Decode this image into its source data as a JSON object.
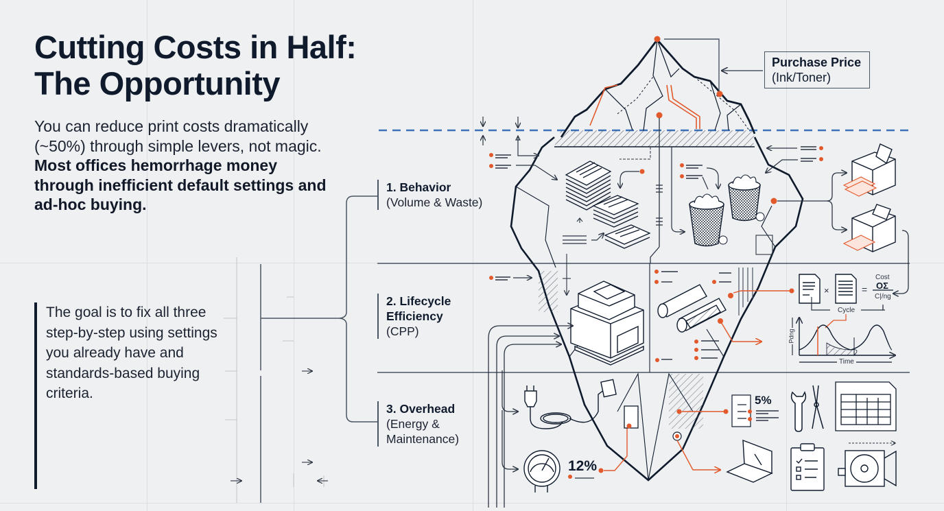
{
  "title": {
    "line1": "Cutting Costs in Half:",
    "line2": "The Opportunity"
  },
  "intro": {
    "plain": "You can reduce print costs dramatically (~50%) through simple levers, not magic.",
    "bold": "Most offices hemorrhage money through inefficient default settings and ad-hoc buying."
  },
  "quote": {
    "text": "The goal is to fix all three step-by-step using settings you already have and standards-based buying criteria."
  },
  "levers": [
    {
      "heading": "1. Behavior",
      "sub": "(Volume & Waste)"
    },
    {
      "heading": "2. Lifecycle Efficiency",
      "sub": "(CPP)"
    },
    {
      "heading": "3. Overhead",
      "sub": "(Energy & Maintenance)"
    }
  ],
  "iceberg": {
    "tip_label": {
      "heading": "Purchase Price",
      "sub": "(Ink/Toner)"
    },
    "waterline_style": "dashed-blue",
    "sections": [
      "behavior",
      "lifecycle",
      "overhead"
    ]
  },
  "formula": {
    "times": "×",
    "equals": "=",
    "numerator": "Cost",
    "mid": "OΣ",
    "denominator": "C|/ng",
    "cycle_label": "Cycle"
  },
  "cycle_chart": {
    "y_label": "Pdng",
    "x_label": "Time"
  },
  "stats": {
    "maintenance_pct": "5%",
    "energy_pct": "12%"
  },
  "icons": [
    "printer-icon",
    "multifunction-printer-icon",
    "paper-stack-icon",
    "trash-bin-icon",
    "toner-cartridge-icon",
    "document-icon",
    "plug-icon",
    "gauge-icon",
    "wrench-icon",
    "pliers-icon",
    "spreadsheet-icon",
    "laptop-wrench-icon",
    "clipboard-checklist-icon",
    "fan-unit-icon"
  ],
  "colors": {
    "background": "#eff0f2",
    "ink": "#0f1b2d",
    "accent": "#e2592c",
    "waterline": "#3b72b8",
    "line": "#4a5563"
  }
}
